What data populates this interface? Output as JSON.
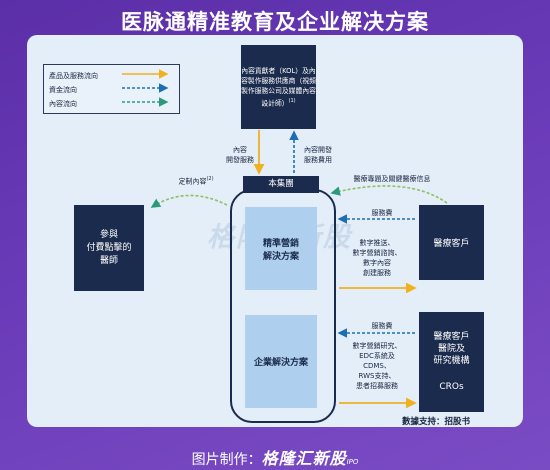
{
  "title": "医脉通精准教育及企业解决方案",
  "legend": {
    "product_flow": "產品及服務流向",
    "fund_flow": "資金流向",
    "content_flow": "內容流向",
    "colors": {
      "product": "#f0b020",
      "fund": "#1e6fb0",
      "content": "#2a9a7a"
    }
  },
  "nodes": {
    "kol": "內容貢獻者（KOL）及內容製作服務供應商（視頻製作服務公司及媒體內容設計師）",
    "kol_note": "(1)",
    "group": "本集團",
    "service1": "精準營銷\n解決方案",
    "service2": "企業解決方案",
    "doctors": "參與\n付費點擊的\n醫師",
    "hospitals": "醫療客戶",
    "cro": "醫療客戶\n醫院及\n研究機構",
    "cro_sub": "CROs"
  },
  "labels": {
    "content_dev": "內容\n開發服務",
    "content_dev_fee": "內容開發\n服務費用",
    "custom_content": "定制內容",
    "custom_content_note": "(2)",
    "medical_info": "醫療專題及關鍵醫療信息",
    "fee1": "服務費",
    "svc1_list": "數字推送、\n數字營銷諮詢、\n數字內容\n創建服務",
    "fee2": "服務費",
    "svc2_list": "數字營銷研究、\nEDC系統及\nCDMS、\nRWS支持、\n患者招募服務"
  },
  "watermark": "格隆汇新股",
  "source": "數據支持：招股书",
  "footer": {
    "prefix": "图片制作：",
    "brand": "格隆汇新股",
    "ipo": "IPO"
  }
}
